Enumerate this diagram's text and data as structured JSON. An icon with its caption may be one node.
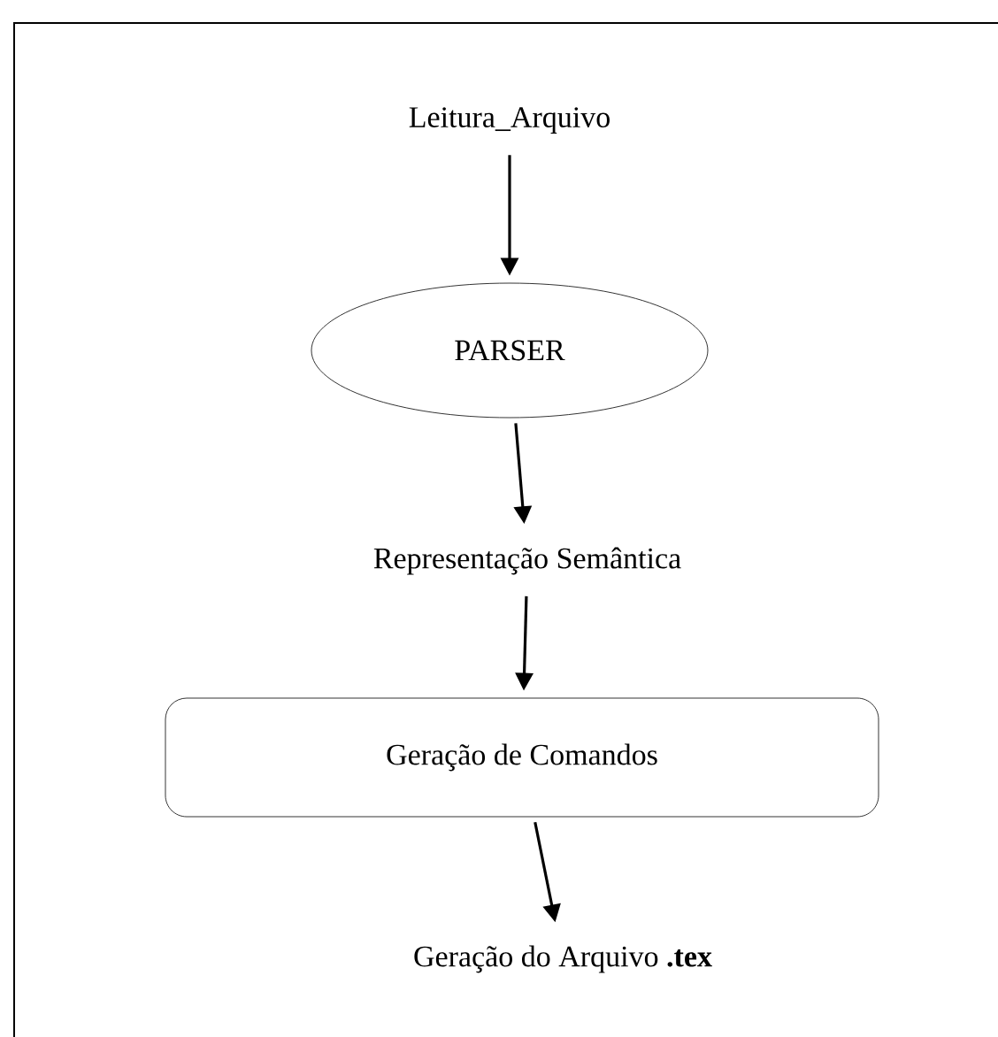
{
  "diagram": {
    "nodes": [
      {
        "text": [
          "Leitura_Arquivo"
        ]
      },
      {
        "text": [
          "PARSER"
        ]
      },
      {
        "text": [
          "Representação Semântica"
        ]
      },
      {
        "text": [
          "Geração de Comandos"
        ]
      },
      {
        "text": [
          "Geração do Arquivo **.tex**"
        ]
      }
    ],
    "edges": [
      {
        "from": 0,
        "to": 1,
        "arrow": "to"
      },
      {
        "from": 1,
        "to": 2,
        "arrow": "to"
      },
      {
        "from": 2,
        "to": 3,
        "arrow": "to"
      },
      {
        "from": 3,
        "to": 4,
        "arrow": "to"
      }
    ]
  }
}
